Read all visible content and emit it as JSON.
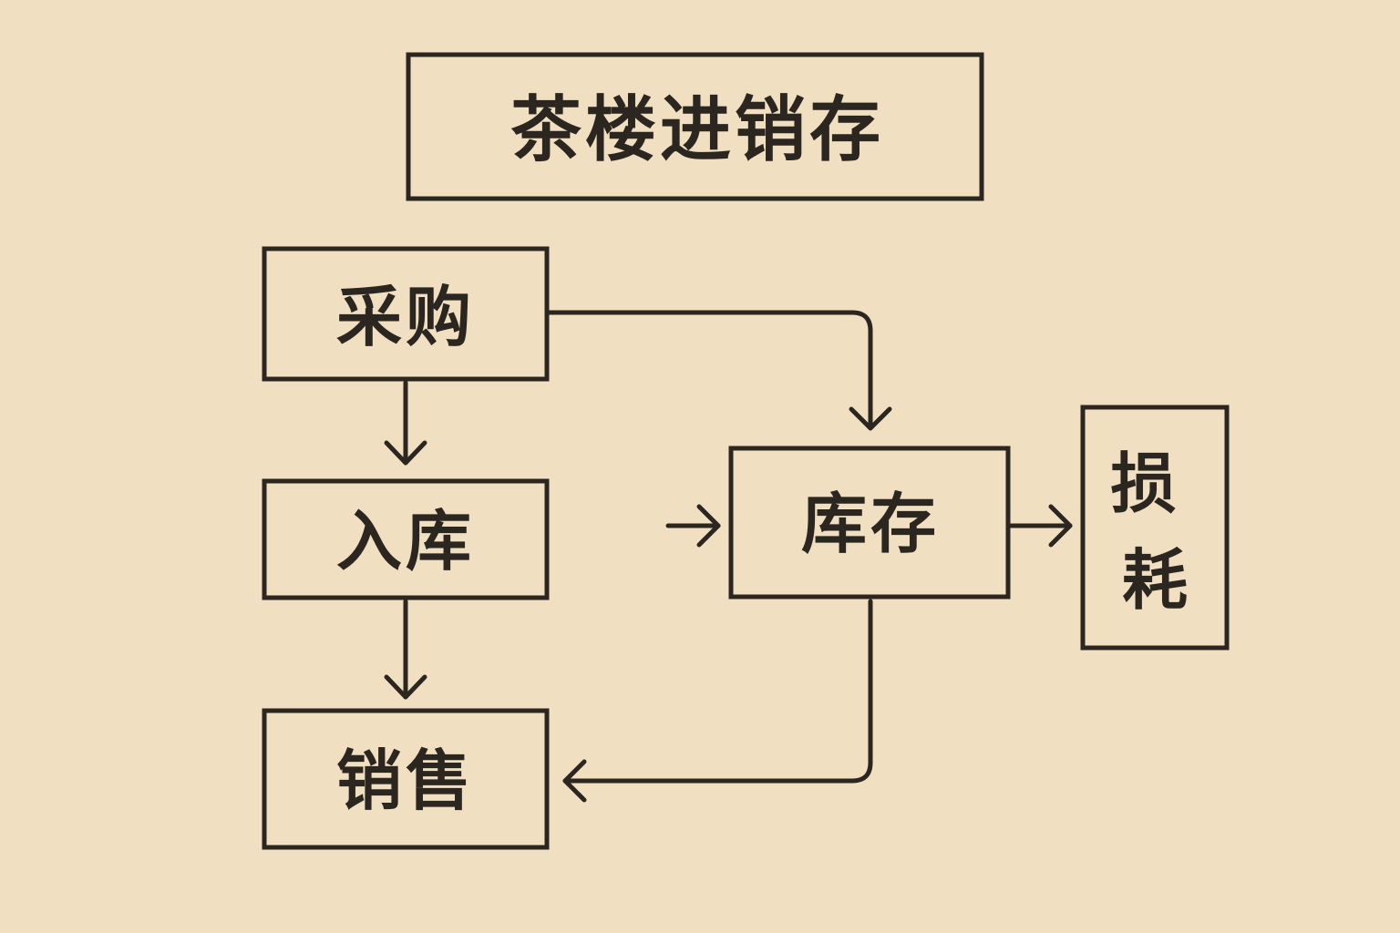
{
  "colors": {
    "background": "#f1dfc1",
    "ink": "#2b2720"
  },
  "diagram": {
    "title": "茶楼进销存",
    "nodes": {
      "purchase": "采购",
      "warehousing": "入库",
      "sales": "销售",
      "inventory": "库存",
      "loss": "损耗"
    }
  }
}
